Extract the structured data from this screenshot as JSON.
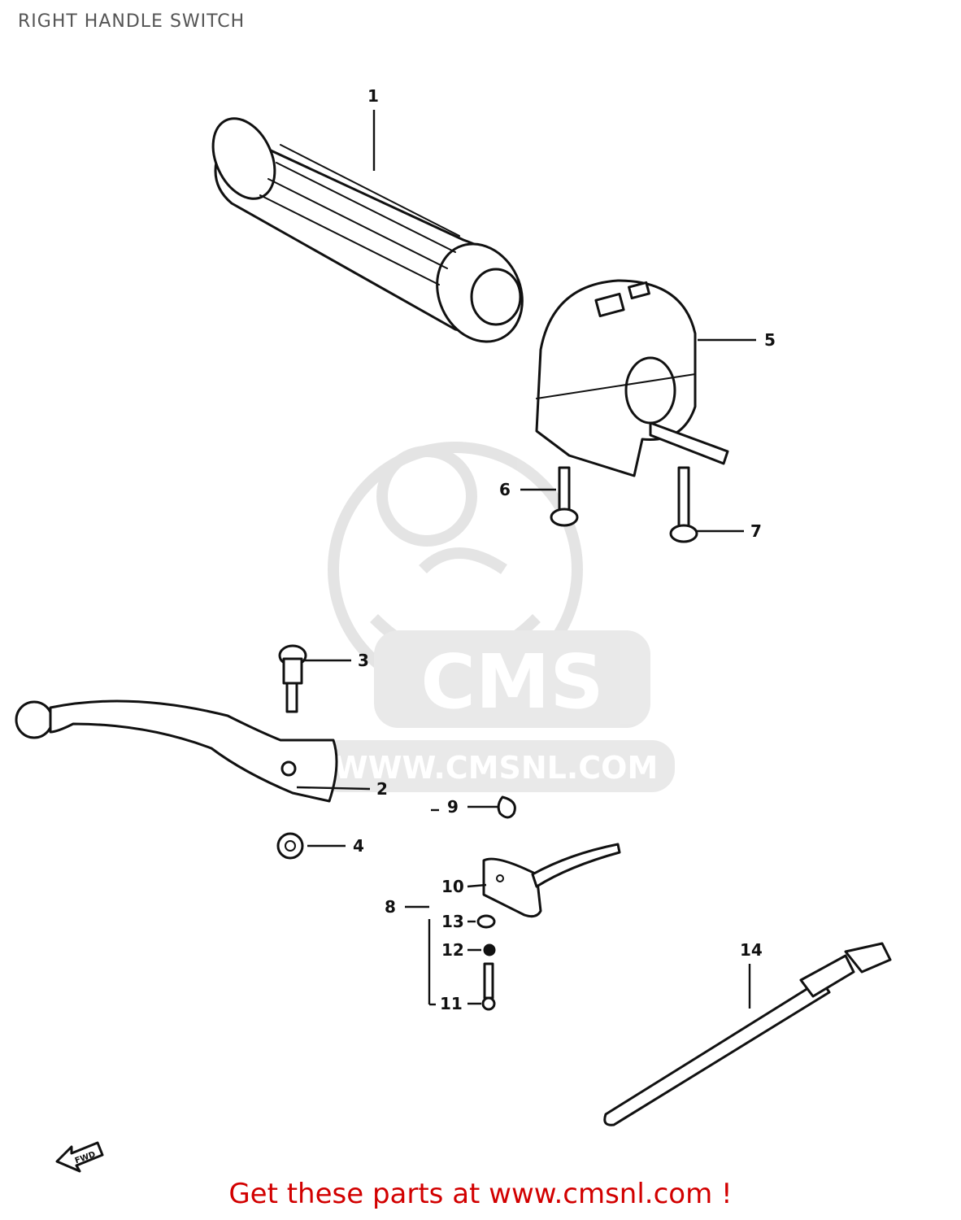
{
  "page": {
    "title": "RIGHT HANDLE SWITCH",
    "footer_text": "Get these parts at www.cmsnl.com !"
  },
  "watermark": {
    "brand": "CMS",
    "url": "WWW.CMSNL.COM"
  },
  "fwd_marker": "FWD",
  "callouts": [
    "1",
    "2",
    "3",
    "4",
    "5",
    "6",
    "7",
    "8",
    "9",
    "10",
    "11",
    "12",
    "13",
    "14"
  ],
  "colors": {
    "line_art": "#111111",
    "title_text": "#555555",
    "footer_text": "#d20000",
    "watermark": "#d8d8d8"
  }
}
